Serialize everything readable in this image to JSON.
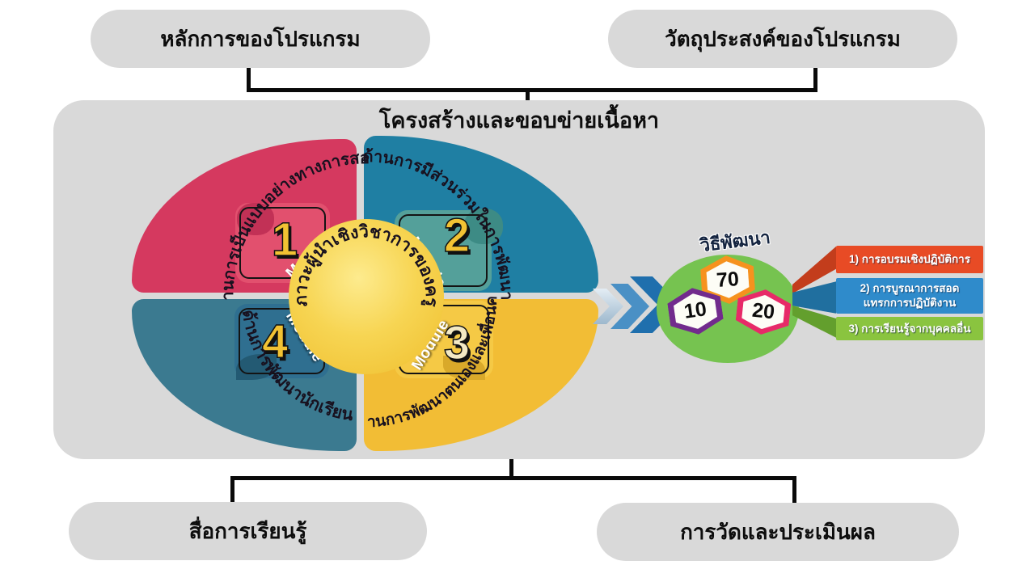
{
  "top_pills": [
    {
      "label": "หลักการของโปรแกรม"
    },
    {
      "label": "วัตถุประสงค์ของโปรแกรม"
    }
  ],
  "structure_box": {
    "title": "โครงสร้างและขอบข่ายเนื้อหา",
    "center_label": "ภาวะผู้นำเชิงวิชาการของครู",
    "modules": [
      {
        "number": "1",
        "tag": "Module",
        "label": "ด้านการเป็นแบบอย่างทางการสอน"
      },
      {
        "number": "2",
        "tag": "Module",
        "label": "ด้านการมีส่วนร่วมในการพัฒนา"
      },
      {
        "number": "3",
        "tag": "Module",
        "label": "ด้านการพัฒนาตนเองและเพื่อนครู"
      },
      {
        "number": "4",
        "tag": "Module",
        "label": "ด้านการพัฒนานักเรียน"
      }
    ]
  },
  "development": {
    "title": "วิธีพัฒนา",
    "hexagons": [
      {
        "value": "70"
      },
      {
        "value": "10"
      },
      {
        "value": "20"
      }
    ],
    "methods": [
      {
        "lines": [
          "1) การอบรมเชิงปฏิบัติการ"
        ]
      },
      {
        "lines": [
          "2) การบูรณาการสอด",
          "แทรกการปฏิบัติงาน"
        ]
      },
      {
        "lines": [
          "3) การเรียนรู้จากบุคคลอื่น"
        ]
      }
    ]
  },
  "bottom_pills": [
    {
      "label": "สื่อการเรียนรู้"
    },
    {
      "label": "การวัดและประเมินผล"
    }
  ],
  "colors": {
    "panel_gray": "#d9d9d9",
    "module1_pink": "#d5395f",
    "module2_blue": "#1f7fa3",
    "module3_yellow": "#f2bd35",
    "module4_teal": "#3b7a90",
    "center_yellow": "#f5ca3d",
    "dev_green": "#76c350",
    "hex70_orange": "#f6921e",
    "hex10_purple": "#722b8d",
    "hex20_pink": "#e72a68",
    "method1_red": "#e84b25",
    "method2_blue": "#2f8bcb",
    "method3_green": "#8ac43f",
    "arrow_blue": "#1f6fad"
  }
}
